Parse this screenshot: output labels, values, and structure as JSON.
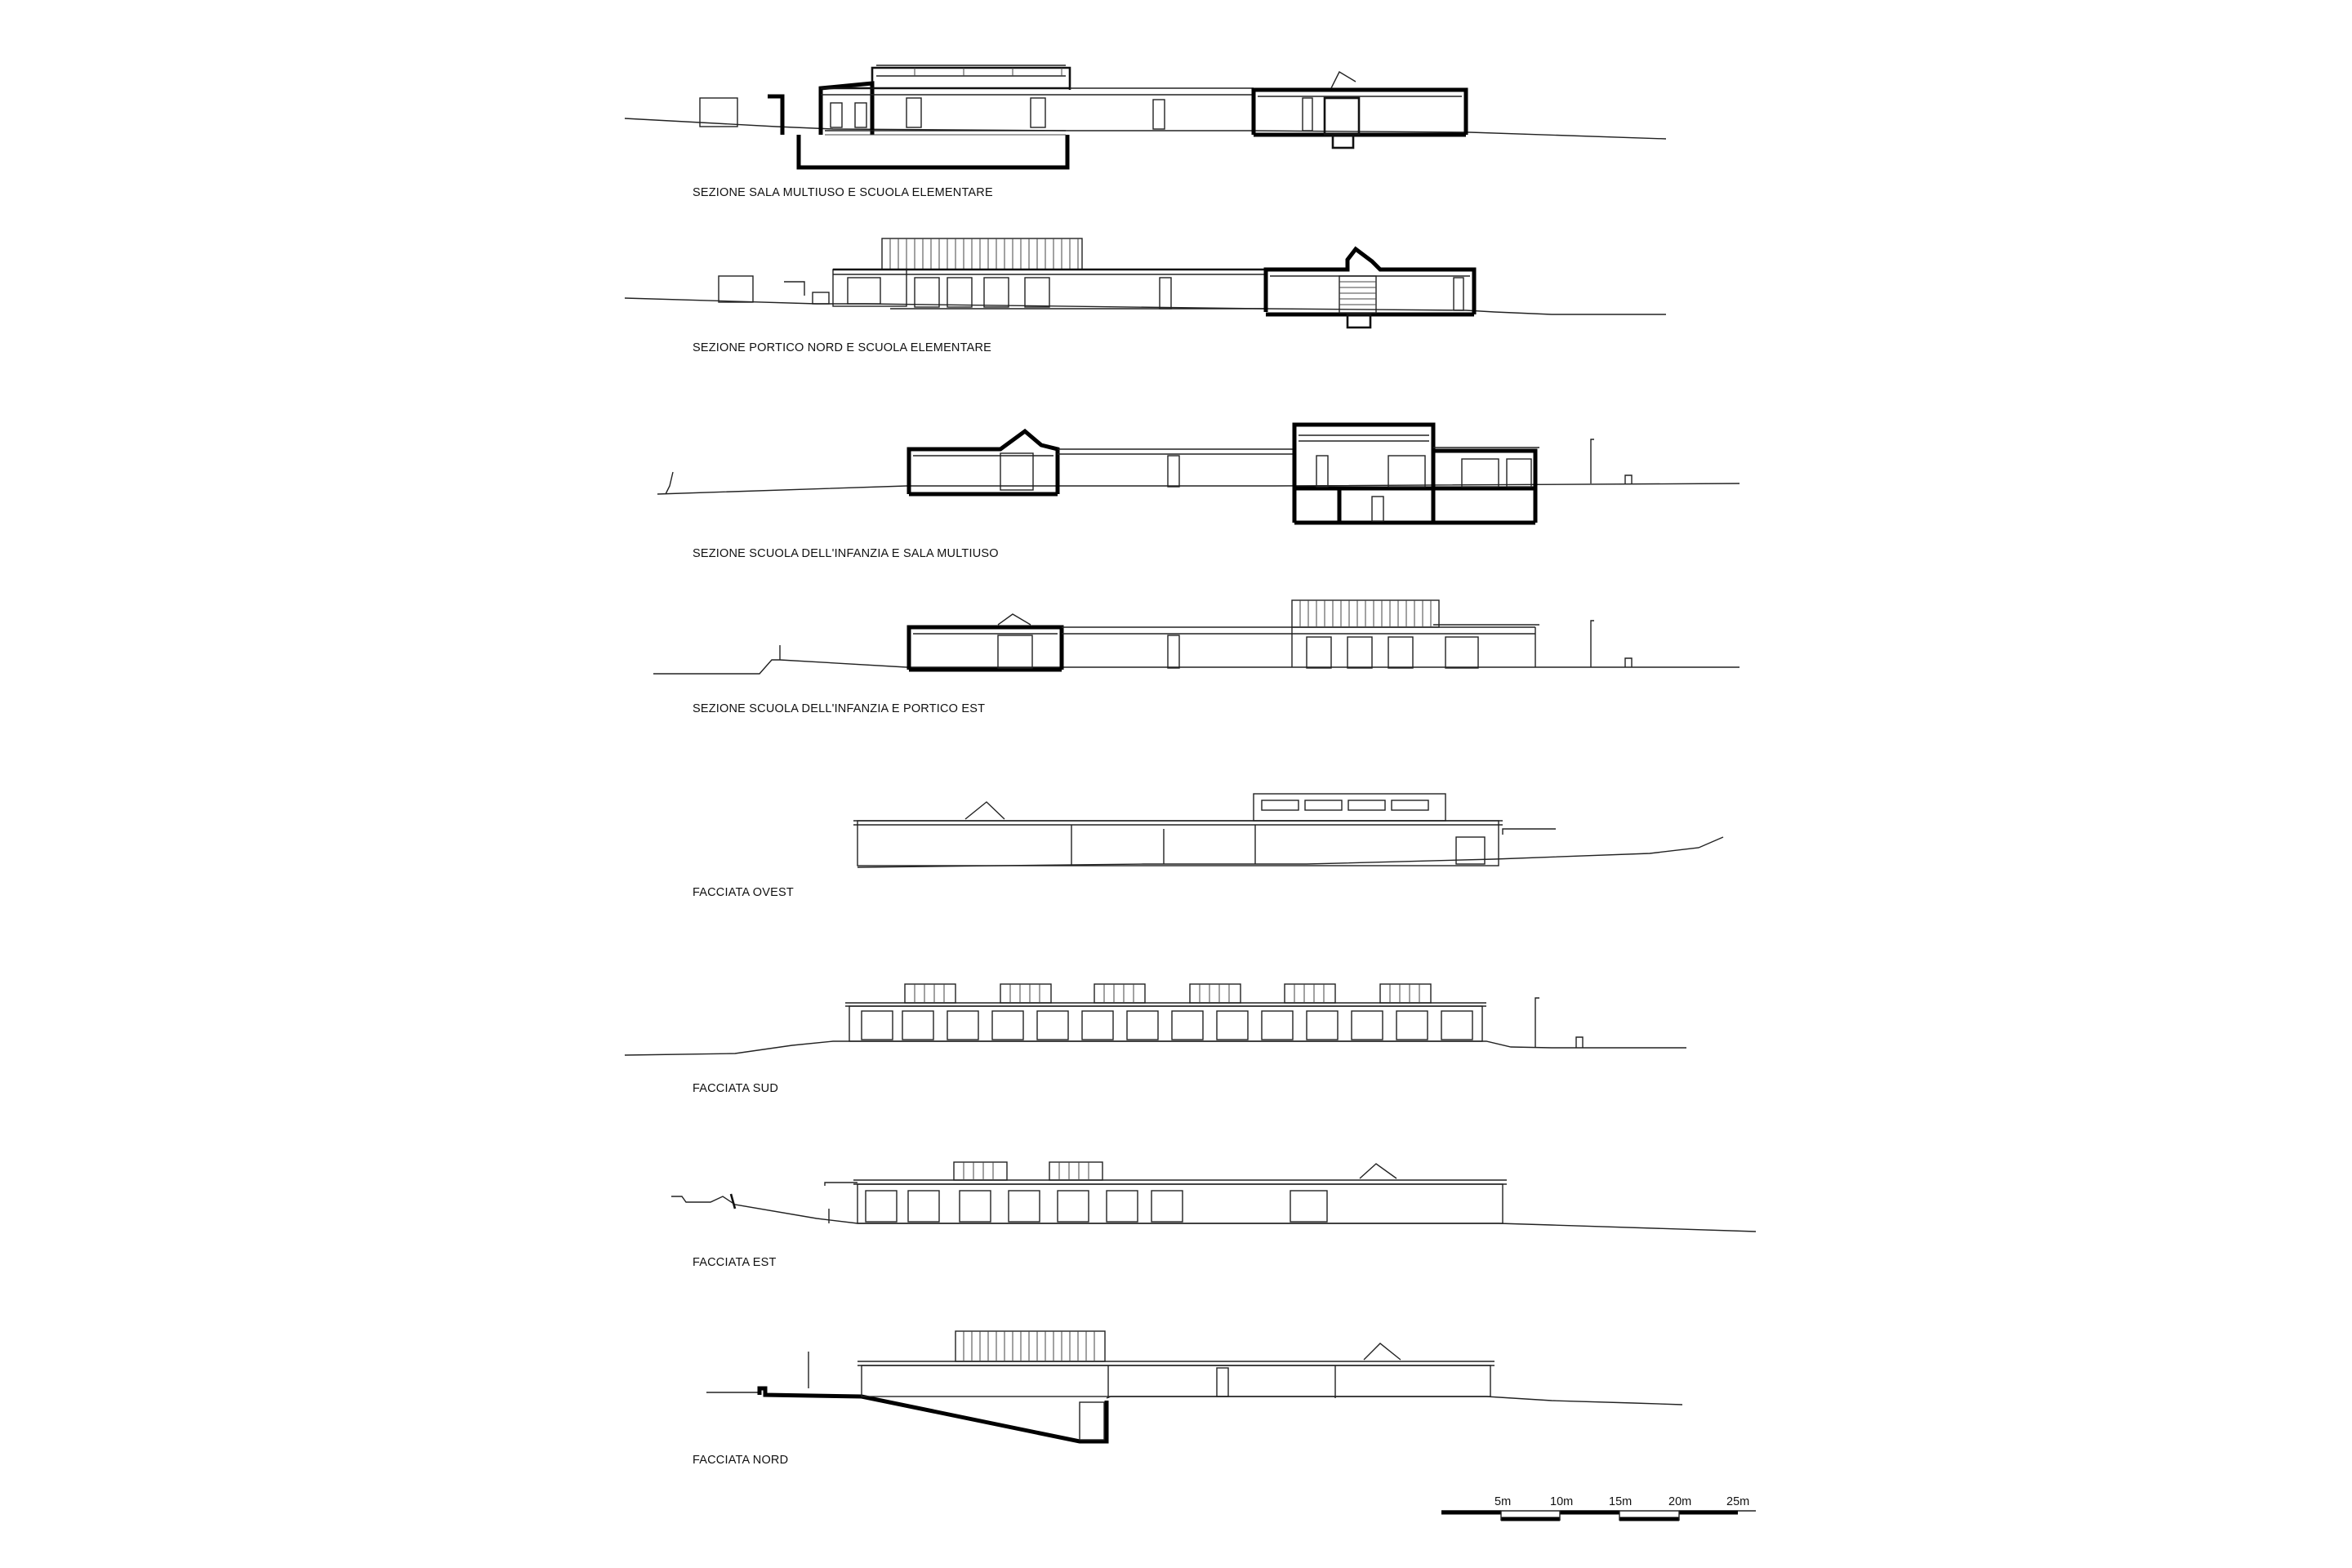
{
  "drawings": [
    {
      "caption": "SEZIONE SALA MULTIUSO E SCUOLA ELEMENTARE"
    },
    {
      "caption": "SEZIONE PORTICO NORD E SCUOLA ELEMENTARE"
    },
    {
      "caption": "SEZIONE SCUOLA DELL'INFANZIA E SALA MULTIUSO"
    },
    {
      "caption": "SEZIONE SCUOLA DELL'INFANZIA E PORTICO EST"
    },
    {
      "caption": "FACCIATA OVEST"
    },
    {
      "caption": "FACCIATA SUD"
    },
    {
      "caption": "FACCIATA EST"
    },
    {
      "caption": "FACCIATA NORD"
    }
  ],
  "scale_bar": {
    "labels": [
      "5m",
      "10m",
      "15m",
      "20m",
      "25m"
    ]
  },
  "colors": {
    "ink": "#000000",
    "paper": "#ffffff"
  }
}
